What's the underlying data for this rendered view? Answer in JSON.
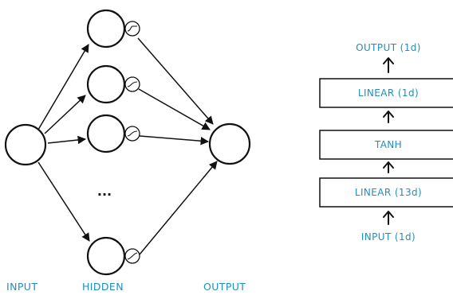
{
  "network": {
    "input_label": "INPUT",
    "hidden_label": "HIDDEN",
    "output_label": "OUTPUT",
    "ellipsis": "...",
    "activation_icon": "tanh-curve-icon"
  },
  "stack": {
    "output_label": "OUTPUT (1d)",
    "layers": [
      {
        "label": "LINEAR (1d)"
      },
      {
        "label": "TANH"
      },
      {
        "label": "LINEAR (13d)"
      }
    ],
    "input_label": "INPUT (1d)"
  },
  "colors": {
    "label": "#1f8fbf",
    "stroke": "#111111"
  }
}
